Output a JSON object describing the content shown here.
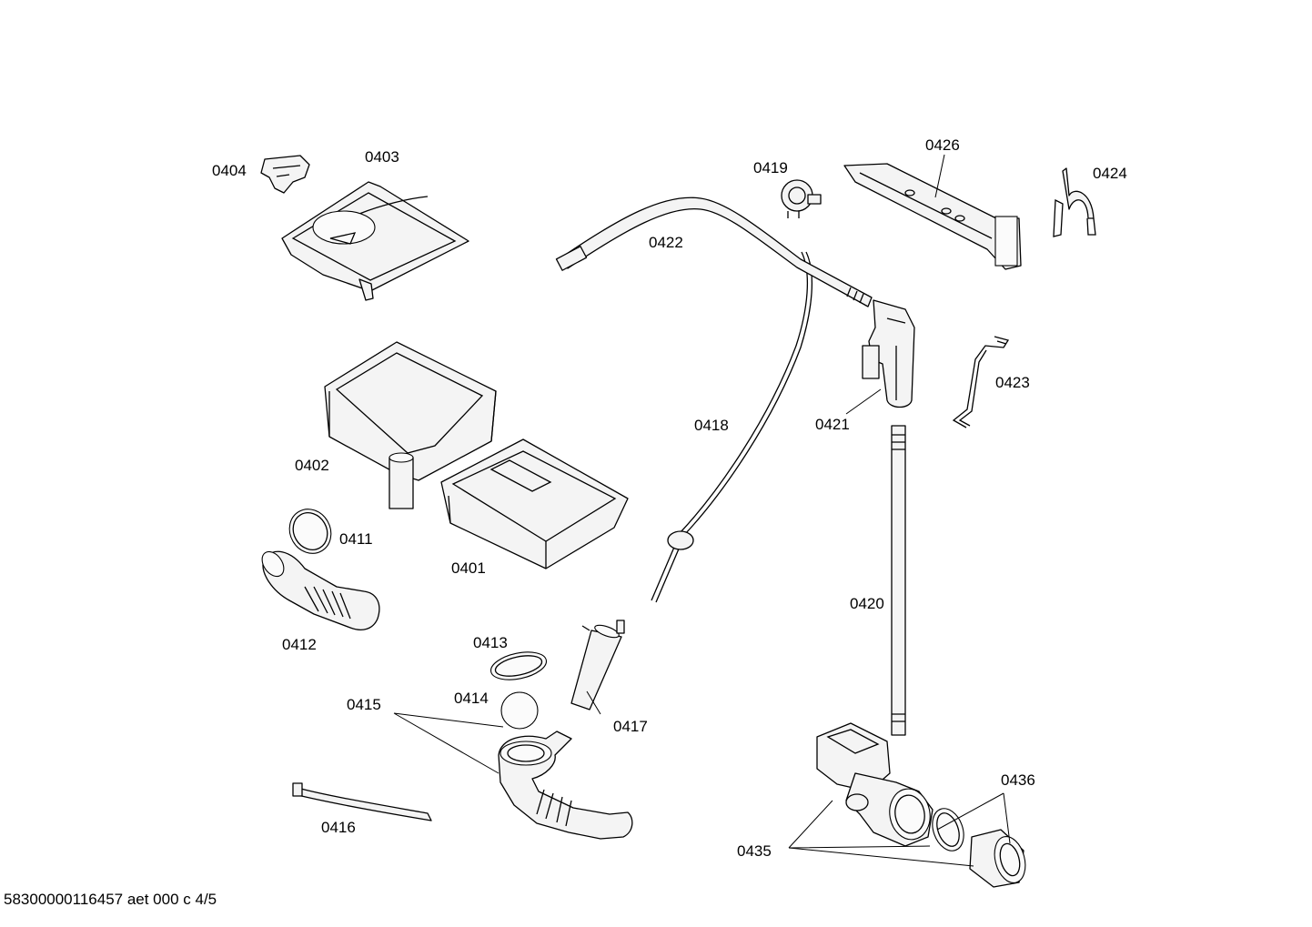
{
  "diagram": {
    "callouts": {
      "p0401": "0401",
      "p0402": "0402",
      "p0403": "0403",
      "p0404": "0404",
      "p0411": "0411",
      "p0412": "0412",
      "p0413": "0413",
      "p0414": "0414",
      "p0415": "0415",
      "p0416": "0416",
      "p0417": "0417",
      "p0418": "0418",
      "p0419": "0419",
      "p0420": "0420",
      "p0421": "0421",
      "p0422": "0422",
      "p0423": "0423",
      "p0424": "0424",
      "p0426": "0426",
      "p0435": "0435",
      "p0436": "0436"
    },
    "footer": "58300000116457 aet 000 c 4/5"
  }
}
